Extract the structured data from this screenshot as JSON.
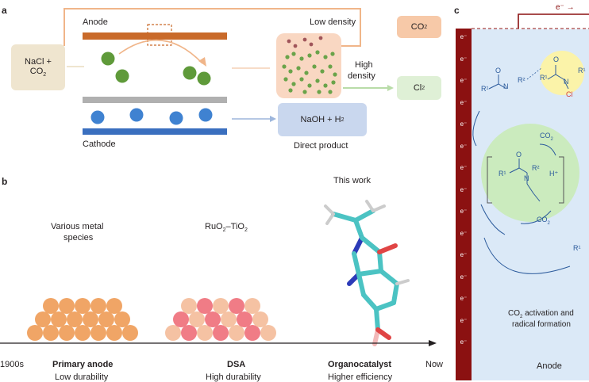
{
  "panel_a": {
    "letter": "a",
    "anode": "Anode",
    "cathode": "Cathode",
    "input_line1": "NaCl +",
    "input_line2": "CO",
    "input_line2_sub": "2",
    "low_density": "Low density",
    "high_density_1": "High",
    "high_density_2": "density",
    "co2_box": "CO",
    "co2_box_sub": "2",
    "cl2_box": "Cl",
    "cl2_box_sub": "2",
    "naoh_box": "NaOH + H",
    "naoh_box_sub": "2",
    "direct_product": "Direct product"
  },
  "panel_b": {
    "letter": "b",
    "this_work": "This work",
    "metal_1": "Various metal",
    "metal_2": "species",
    "ruo2_a": "RuO",
    "ruo2_a_sub": "2",
    "ruo2_b": "–TiO",
    "ruo2_b_sub": "2",
    "year_start": "1900s",
    "year_end": "Now",
    "stages": [
      {
        "title": "Primary anode",
        "subtitle": "Low durability"
      },
      {
        "title": "DSA",
        "subtitle": "High durability"
      },
      {
        "title": "Organocatalyst",
        "subtitle": "Higher efficiency"
      }
    ]
  },
  "panel_c": {
    "letter": "c",
    "electron_top": "e⁻ →",
    "electron": "e⁻",
    "co2_label": "CO",
    "co2_sub": "2",
    "hplus": "H⁺",
    "activation_1": "CO",
    "activation_1_sub": "2",
    "activation_1b": " activation and",
    "activation_2": "radical formation",
    "anode": "Anode",
    "r1": "R¹",
    "r2": "R²",
    "n": "N",
    "o": "O",
    "cl": "Cl"
  },
  "colors": {
    "anode_bar": "#c96a2a",
    "cathode_bar": "#3a6fbf",
    "separator": "#b0b0b0",
    "input_box": "#efe5cf",
    "co2_box": "#f7c9a8",
    "cl2_box": "#dff0d6",
    "naoh_box": "#c9d7ee",
    "outline_line": "#f0b589",
    "dark_red": "#8b1111",
    "panel_c_bg": "#dbe9f7",
    "green_glow": "#c8ebb4",
    "yellow_glow": "#fbf3a9"
  }
}
